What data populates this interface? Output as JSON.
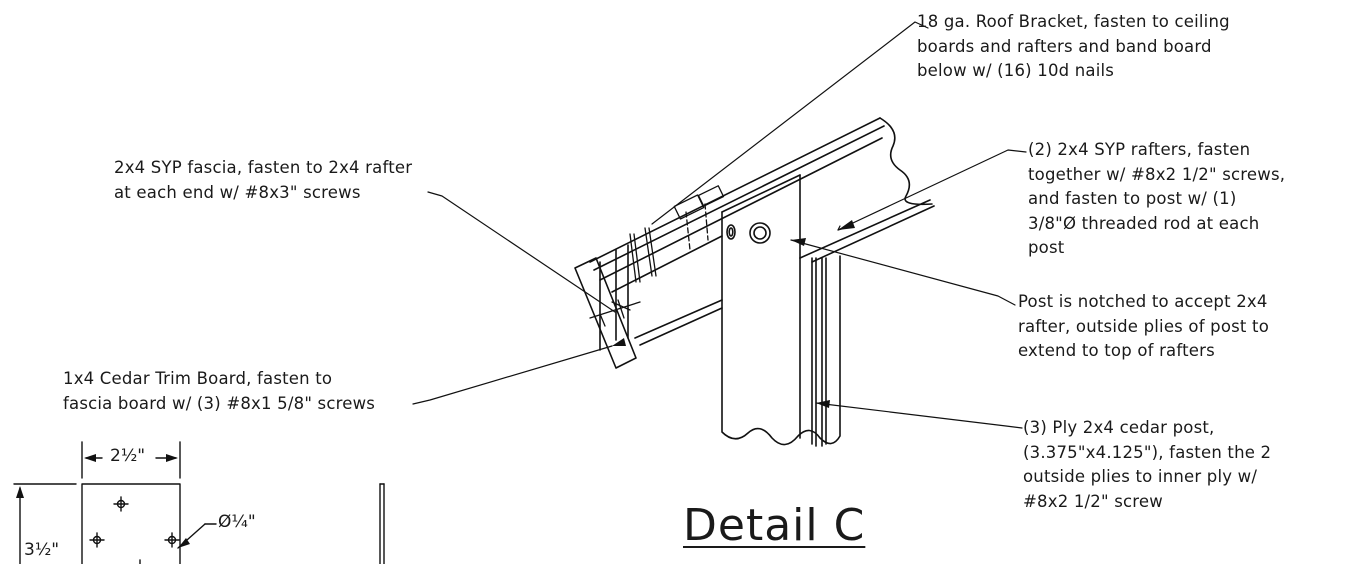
{
  "title": "Detail C",
  "callouts": {
    "roof_bracket": "18 ga. Roof Bracket, fasten to ceiling\nboards and rafters and band board\nbelow w/ (16) 10d nails",
    "rafters": "(2) 2x4 SYP rafters, fasten\ntogether w/ #8x2 1/2\" screws,\nand fasten to post w/ (1)\n3/8\"Ø threaded rod at each\npost",
    "fascia": "2x4 SYP fascia, fasten to 2x4 rafter\nat each end w/ #8x3\" screws",
    "post_notch": "Post is notched to accept 2x4\nrafter, outside plies of post to\nextend to top of rafters",
    "trim_board": "1x4 Cedar Trim Board, fasten to\nfascia board w/ (3) #8x1 5/8\" screws",
    "cedar_post": "(3) Ply 2x4 cedar post,\n(3.375\"x4.125\"), fasten the 2\noutside plies to inner ply w/\n#8x2 1/2\" screw"
  },
  "plate_dims": {
    "width": "2½\"",
    "height": "3½\"",
    "hole": "Ø¼\""
  }
}
